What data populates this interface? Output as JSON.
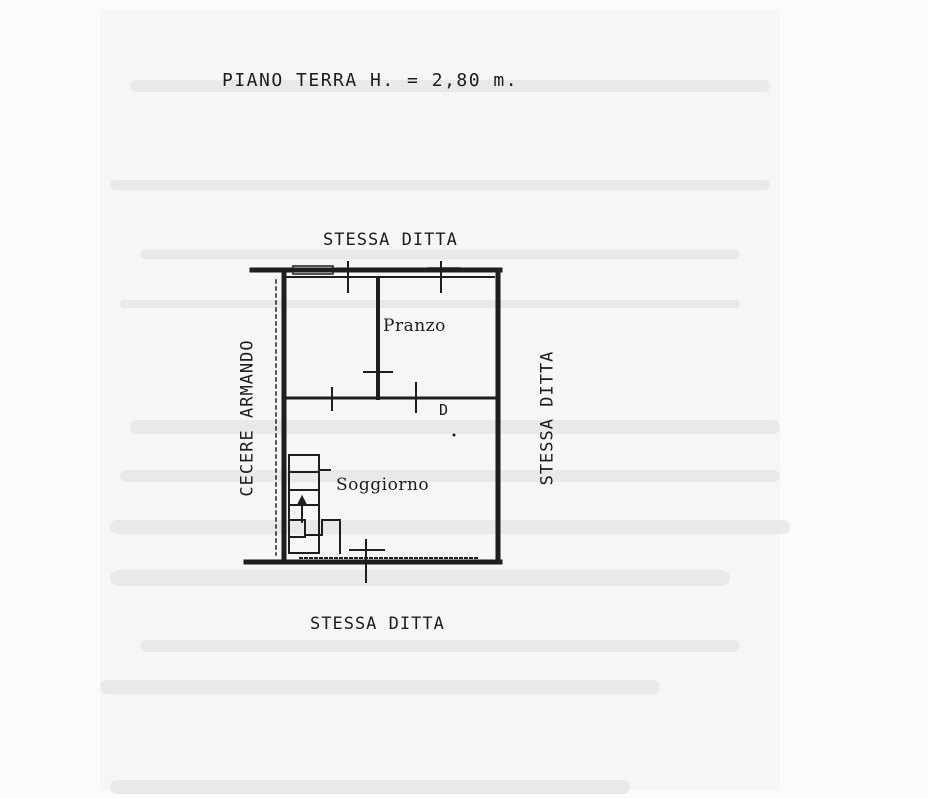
{
  "title": "PIANO TERRA  H. = 2,80 m.",
  "neighbors": {
    "top": "STESSA DITTA",
    "bottom": "STESSA DITTA",
    "right": "STESSA DITTA",
    "left": "CECERE ARMANDO"
  },
  "rooms": {
    "pranzo": "Pranzo",
    "soggiorno": "Soggiorno"
  },
  "door_mark": "D"
}
